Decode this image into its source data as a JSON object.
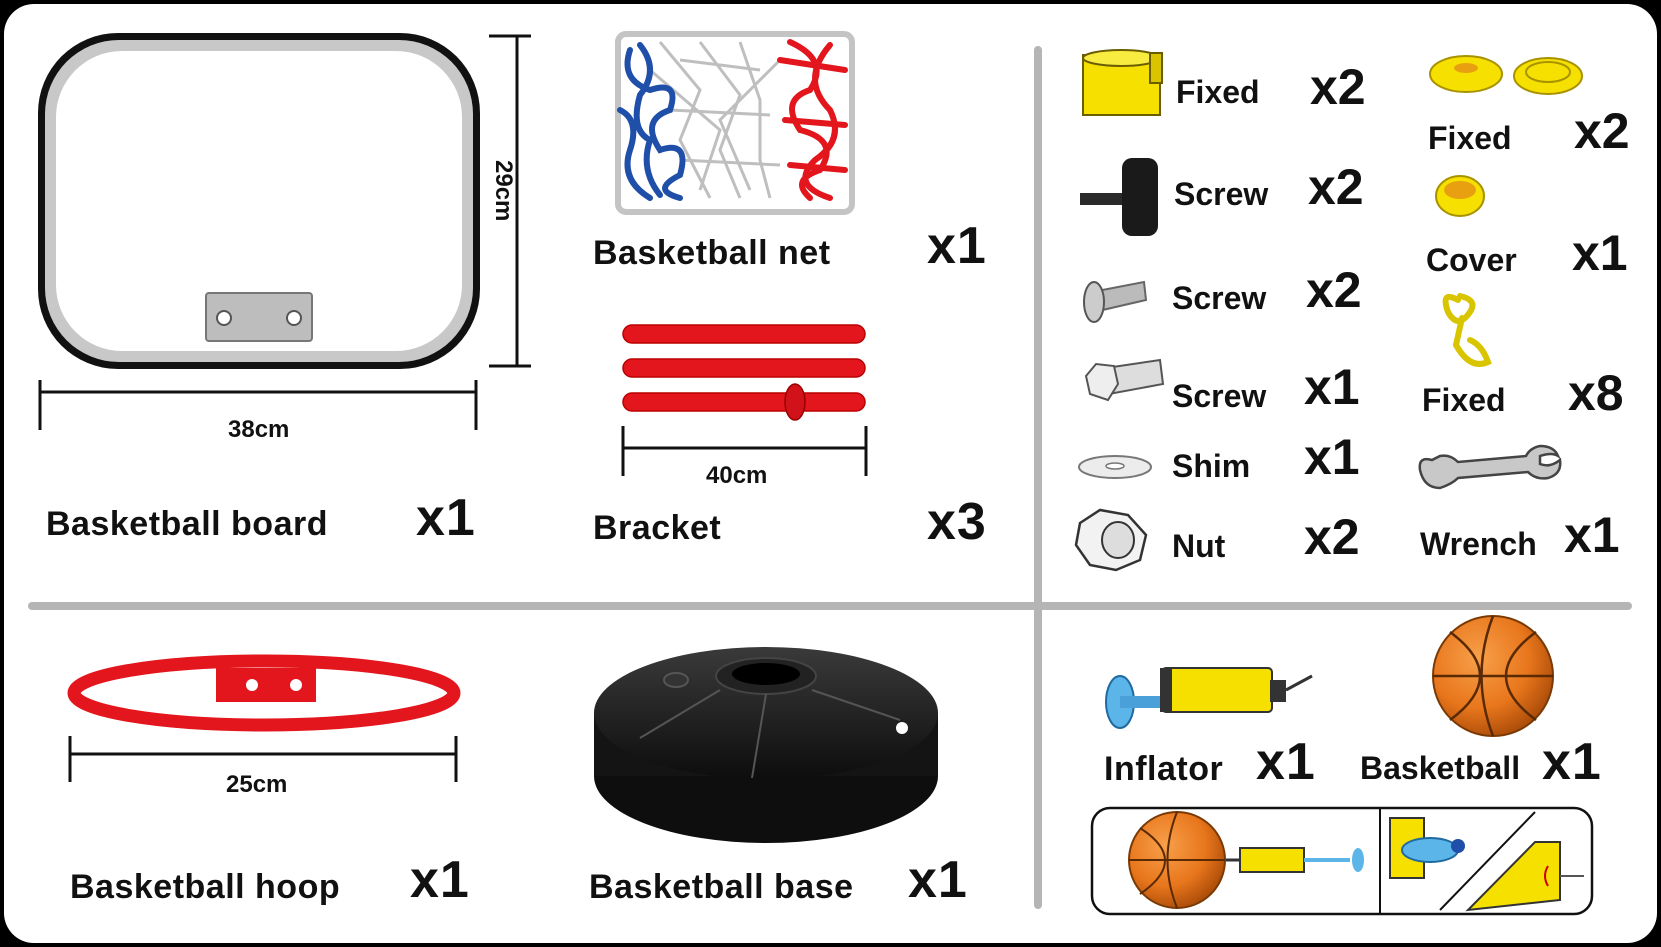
{
  "board": {
    "name": "Basketball board",
    "qty": "x1",
    "width": "38cm",
    "height": "29cm"
  },
  "net": {
    "name": "Basketball net",
    "qty": "x1"
  },
  "bracket": {
    "name": "Bracket",
    "qty": "x3",
    "length": "40cm"
  },
  "hoop": {
    "name": "Basketball hoop",
    "qty": "x1",
    "width": "25cm"
  },
  "base": {
    "name": "Basketball base",
    "qty": "x1"
  },
  "parts": [
    {
      "name": "Fixed",
      "qty": "x2",
      "icon": "yellow-clamp-icon"
    },
    {
      "name": "Screw",
      "qty": "x2",
      "icon": "thumb-screw-icon"
    },
    {
      "name": "Screw",
      "qty": "x2",
      "icon": "round-head-screw-icon"
    },
    {
      "name": "Screw",
      "qty": "x1",
      "icon": "hex-bolt-icon"
    },
    {
      "name": "Shim",
      "qty": "x1",
      "icon": "washer-icon"
    },
    {
      "name": "Nut",
      "qty": "x2",
      "icon": "hex-nut-icon"
    },
    {
      "name": "Fixed",
      "qty": "x2",
      "icon": "yellow-cap-icon"
    },
    {
      "name": "Cover",
      "qty": "x1",
      "icon": "yellow-cover-icon"
    },
    {
      "name": "Fixed",
      "qty": "x8",
      "icon": "yellow-hook-icon"
    },
    {
      "name": "Wrench",
      "qty": "x1",
      "icon": "wrench-icon"
    }
  ],
  "inflator": {
    "name": "Inflator",
    "qty": "x1"
  },
  "basketball": {
    "name": "Basketball",
    "qty": "x1"
  },
  "colors": {
    "red": "#e3161d",
    "yellow": "#f5e000",
    "orange": "#e8761c",
    "blue": "#1f4fa8",
    "black": "#1a1a1a",
    "divider": "#b5b5b5"
  }
}
